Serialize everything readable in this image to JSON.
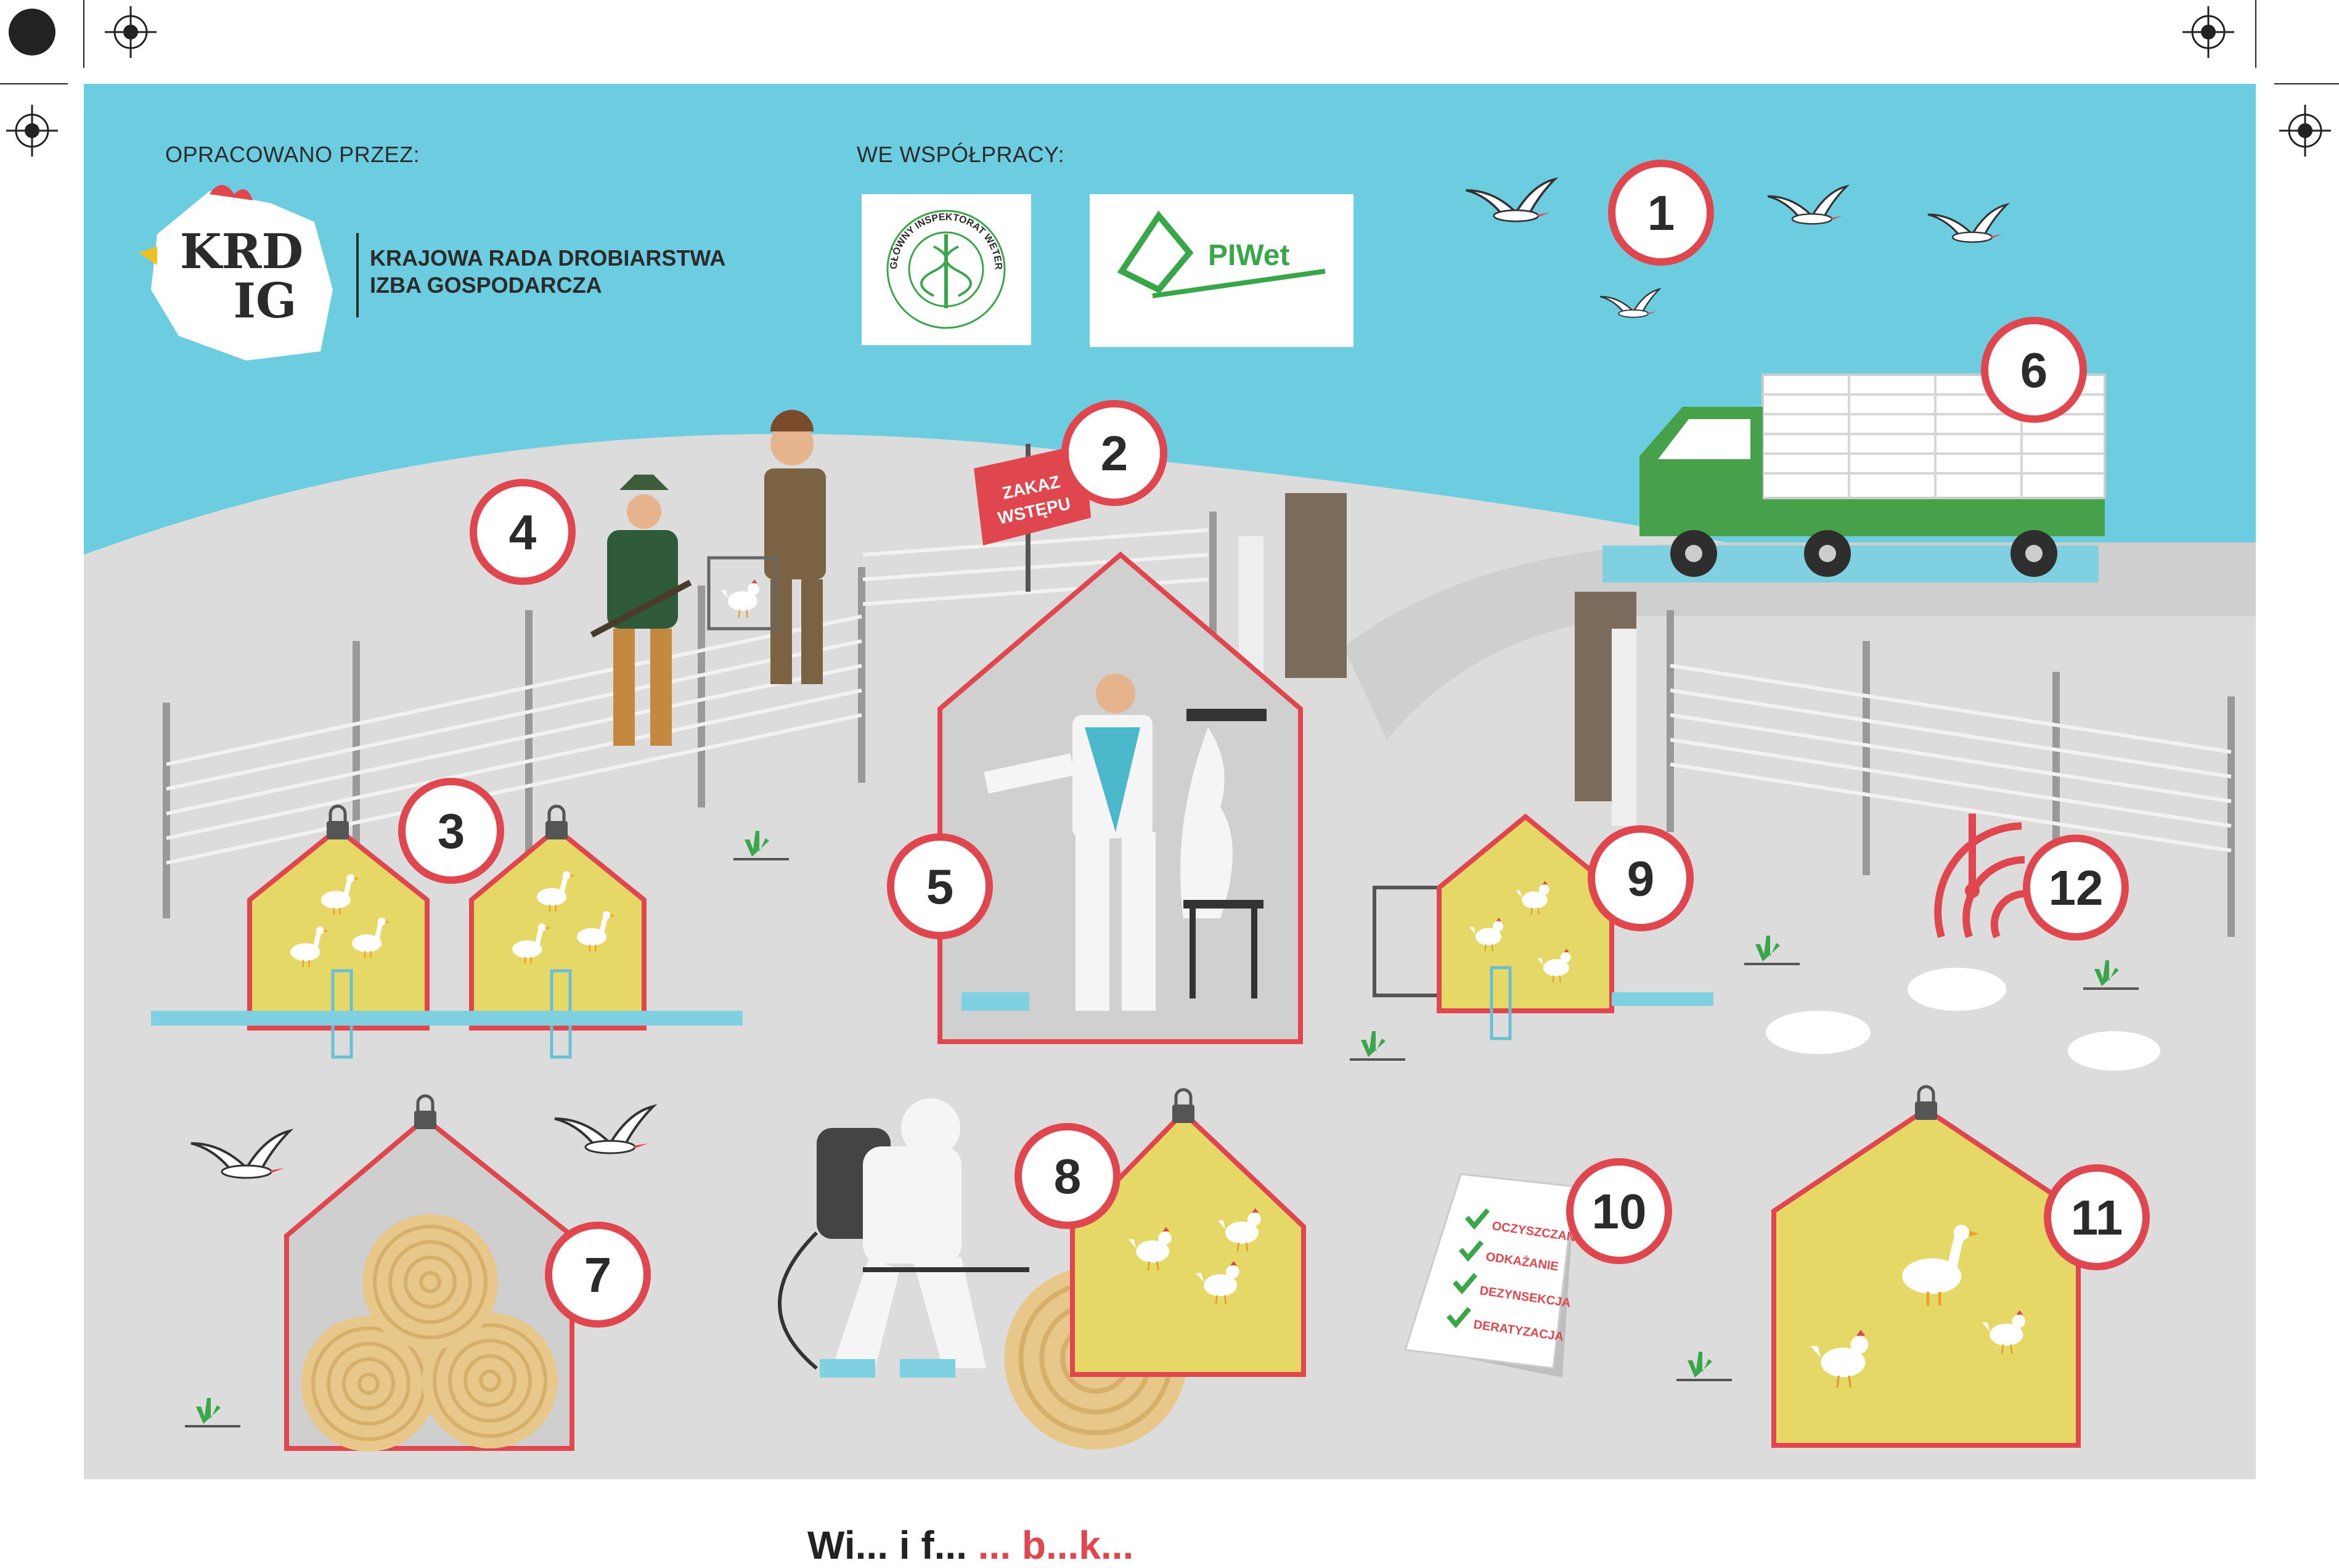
{
  "header": {
    "prepared_by": "OPRACOWANO PRZEZ:",
    "in_cooperation": "WE WSPÓŁPRACY:"
  },
  "logos": {
    "krd_line1": "KRD",
    "krd_line2": "IG",
    "krd_name_line1": "KRAJOWA RADA DROBIARSTWA",
    "krd_name_line2": "IZBA GOSPODARCZA",
    "giw_ring_text": "GŁÓWNY INSPEKTORAT WETERYNARII",
    "piwet": "PIWet"
  },
  "sign": {
    "line1": "ZAKAZ",
    "line2": "WSTĘPU"
  },
  "markers": [
    "1",
    "2",
    "3",
    "4",
    "5",
    "6",
    "7",
    "8",
    "9",
    "10",
    "11",
    "12"
  ],
  "checklist": [
    "OCZYSZCZANIE",
    "ODKAŻANIE",
    "DEZYNSEKCJA",
    "DERATYZACJA"
  ],
  "footer": {
    "part1": "Wi... i  f...",
    "part2": "...  b...k..."
  },
  "colors": {
    "sky": "#6dcde0",
    "ground": "#dcdcdc",
    "marker_red": "#e0464e",
    "barn_yellow": "#e5d867",
    "truck_green": "#47a04a",
    "water_blue": "#7fd0e0"
  }
}
